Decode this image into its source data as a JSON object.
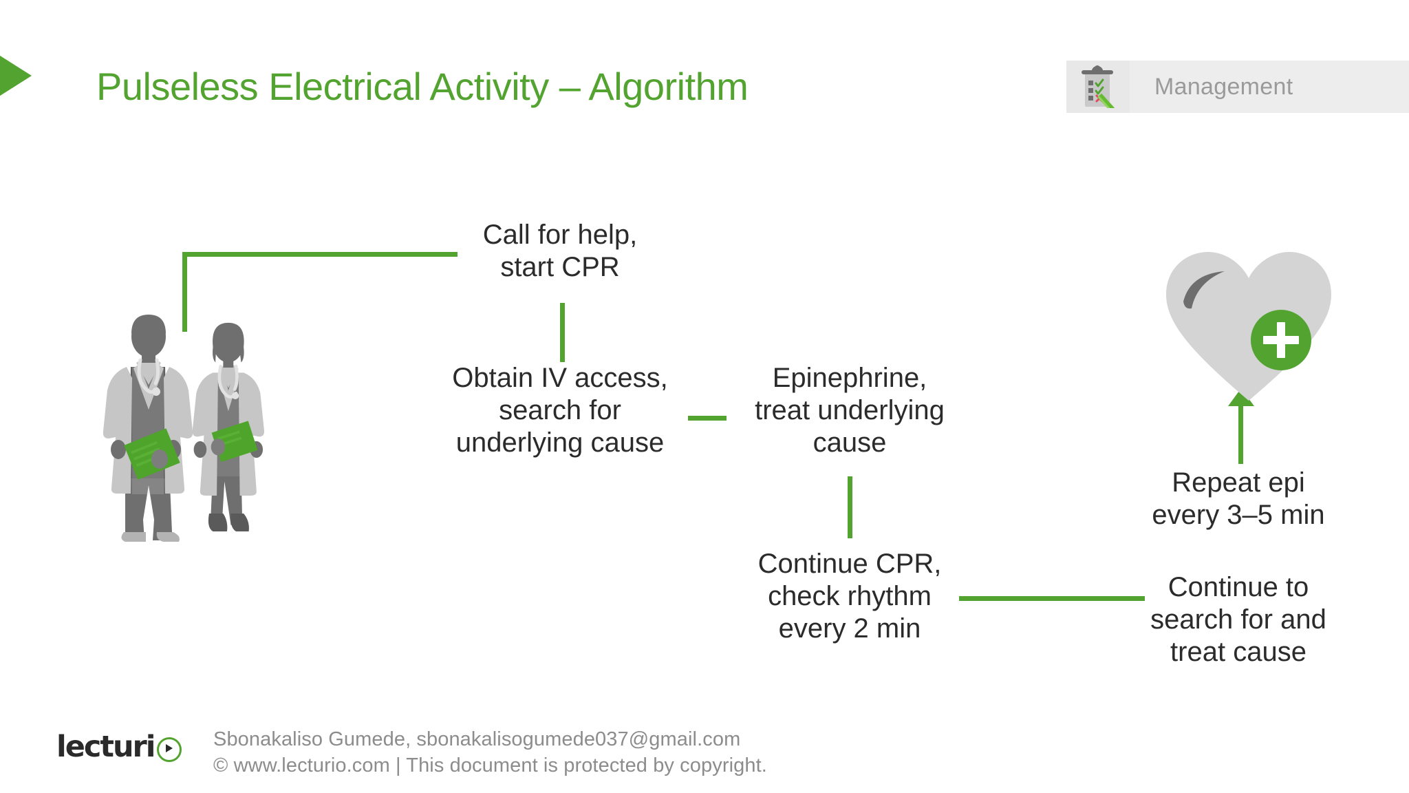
{
  "slide": {
    "title": "Pulseless Electrical Activity – Algorithm",
    "accent_color": "#52A32F",
    "text_color": "#2b2b2b",
    "background": "#ffffff"
  },
  "badge": {
    "label": "Management",
    "icon": "clipboard-checklist-icon",
    "icon_box_color": "#e8e8e8",
    "label_box_color": "#ededed",
    "label_color": "#9a9a9a"
  },
  "header": {
    "arrow_icon": "green-arrow-marker"
  },
  "flowchart": {
    "nodes": [
      {
        "id": "call-help",
        "text": "Call for help,\nstart CPR"
      },
      {
        "id": "obtain-iv",
        "text": "Obtain IV access,\nsearch for\nunderlying cause"
      },
      {
        "id": "epinephrine",
        "text": "Epinephrine,\ntreat underlying\ncause"
      },
      {
        "id": "continue-cpr",
        "text": "Continue CPR,\ncheck rhythm\nevery 2 min"
      },
      {
        "id": "repeat-epi",
        "text": "Repeat epi\nevery 3–5 min"
      },
      {
        "id": "continue-treat",
        "text": "Continue to\nsearch for and\ntreat cause"
      }
    ],
    "connector_color": "#52A32F"
  },
  "graphics": {
    "doctors": "two-doctors-illustration",
    "heart": "heart-with-plus-icon",
    "heart_color": "#d4d4d4",
    "heart_highlight": "#6e6e6e",
    "plus_circle_color": "#52A32F"
  },
  "footer": {
    "logo_text": "lecturi",
    "logo_play_icon": "play-circle-icon",
    "line1": "Sbonakaliso Gumede, sbonakalisogumede037@gmail.com",
    "line2": "© www.lecturio.com | This document is protected by copyright.",
    "line3": ""
  }
}
